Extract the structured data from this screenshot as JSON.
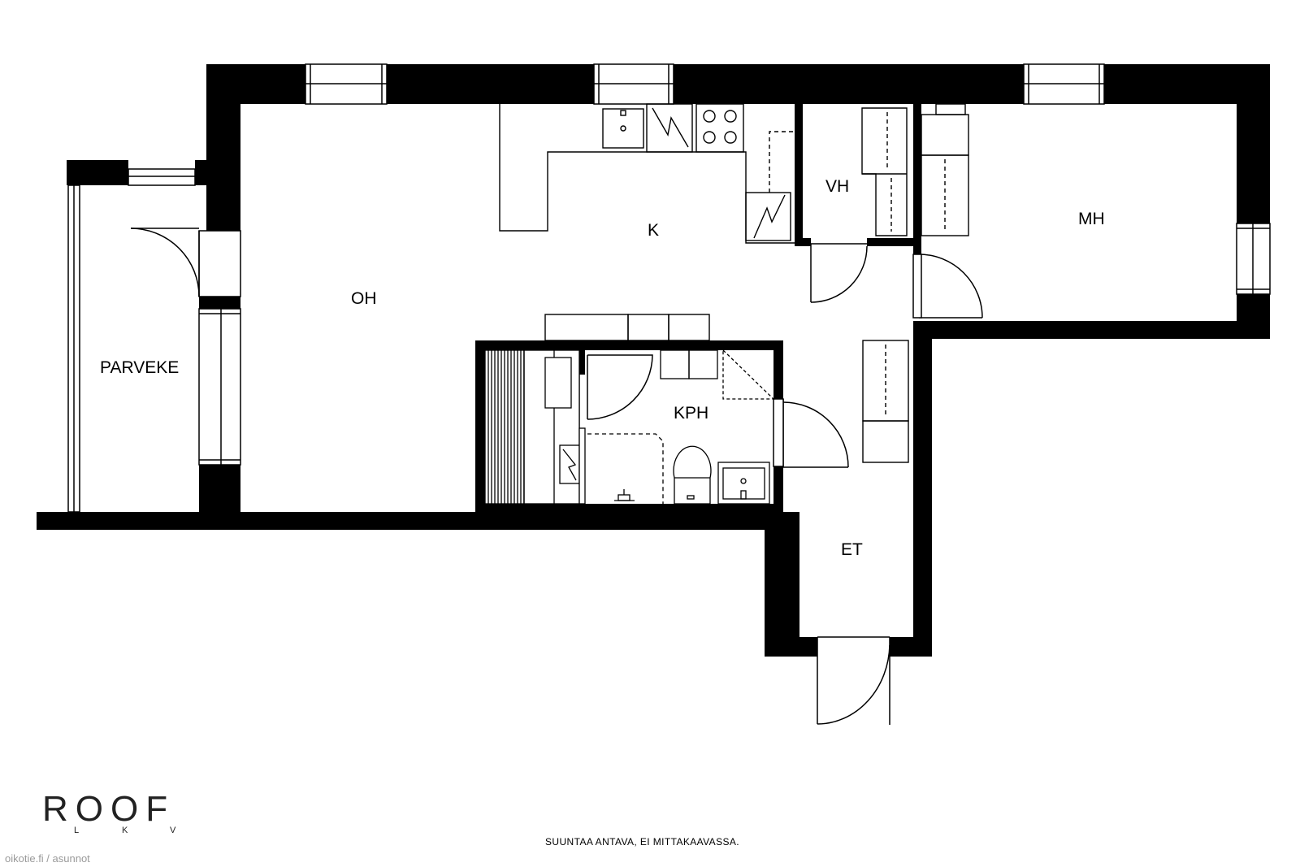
{
  "rooms": {
    "oh": "OH",
    "k": "K",
    "vh": "VH",
    "mh": "MH",
    "parveke": "PARVEKE",
    "kph": "KPH",
    "et": "ET"
  },
  "logo": {
    "name": "ROOF",
    "sub_letters": [
      "L",
      "K",
      "V"
    ]
  },
  "disclaimer": "SUUNTAA ANTAVA, EI MITTAKAAVASSA.",
  "watermark": "oikotie.fi / asunnot",
  "colors": {
    "wall": "#000000",
    "line": "#000000",
    "background": "#ffffff"
  }
}
